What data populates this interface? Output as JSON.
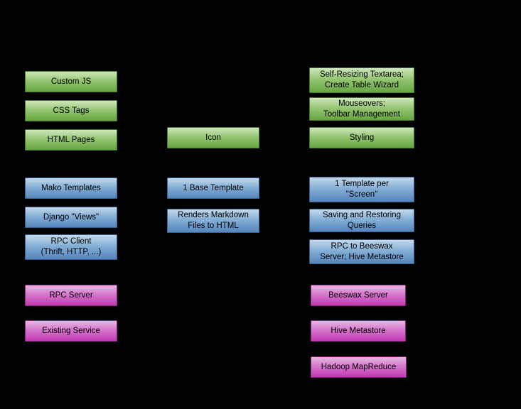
{
  "background_color": "#000000",
  "colors": {
    "green": "#66a641",
    "blue": "#5585bd",
    "magenta": "#c238b4",
    "text": "#000000"
  },
  "boxes": [
    {
      "label": "Custom JS",
      "color": "green"
    },
    {
      "label": "CSS Tags",
      "color": "green"
    },
    {
      "label": "HTML Pages",
      "color": "green"
    },
    {
      "label": "Mako Templates",
      "color": "blue"
    },
    {
      "label": "Django \"Views\"",
      "color": "blue"
    },
    {
      "label": "RPC Client\n(Thrift, HTTP, ...)",
      "color": "blue"
    },
    {
      "label": "RPC Server",
      "color": "magenta"
    },
    {
      "label": "Existing Service",
      "color": "magenta"
    },
    {
      "label": "Icon",
      "color": "green"
    },
    {
      "label": "1 Base Template",
      "color": "blue"
    },
    {
      "label": "Renders Markdown\nFiles to HTML",
      "color": "blue"
    },
    {
      "label": "Self-Resizing Textarea;\nCreate Table Wizard",
      "color": "green"
    },
    {
      "label": "Mouseovers;\nToolbar Management",
      "color": "green"
    },
    {
      "label": "Styling",
      "color": "green"
    },
    {
      "label": "1 Template per\n\"Screen\"",
      "color": "blue"
    },
    {
      "label": "Saving and Restoring\nQueries",
      "color": "blue"
    },
    {
      "label": "RPC to Beeswax\nServer; Hive Metastore",
      "color": "blue"
    },
    {
      "label": "Beeswax Server",
      "color": "magenta"
    },
    {
      "label": "Hive Metastore",
      "color": "magenta"
    },
    {
      "label": "Hadoop MapReduce",
      "color": "magenta"
    }
  ]
}
